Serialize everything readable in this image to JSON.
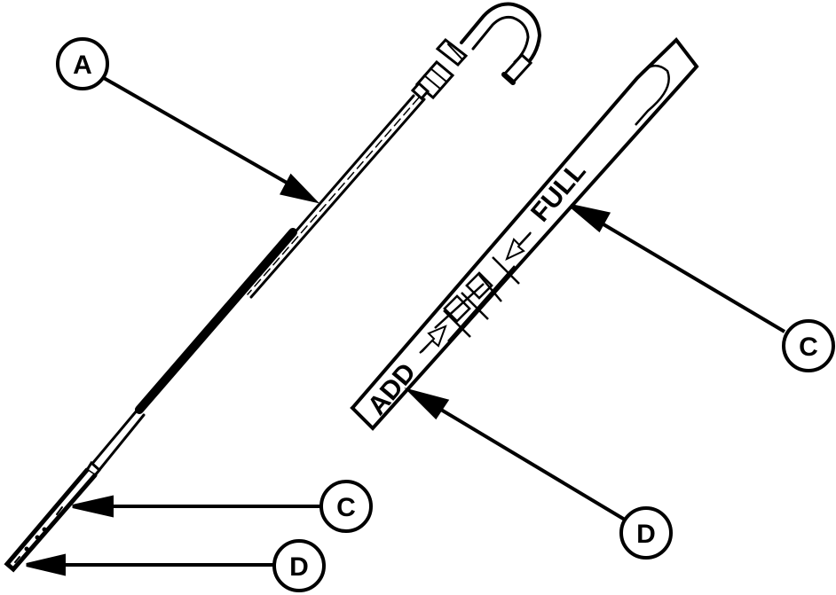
{
  "diagram": {
    "type": "technical-illustration",
    "subject": "dipstick",
    "colors": {
      "line": "#000000",
      "background": "#ffffff"
    },
    "callouts": [
      {
        "id": "A",
        "label": "A",
        "target": "dipstick-tube"
      },
      {
        "id": "C1",
        "label": "C",
        "target": "dipstick-full-mark"
      },
      {
        "id": "D1",
        "label": "D",
        "target": "dipstick-add-mark"
      },
      {
        "id": "C2",
        "label": "C",
        "target": "blade-full-mark"
      },
      {
        "id": "D2",
        "label": "D",
        "target": "blade-add-mark"
      }
    ],
    "blade_markings": {
      "add": "ADD",
      "full": "FULL"
    }
  }
}
